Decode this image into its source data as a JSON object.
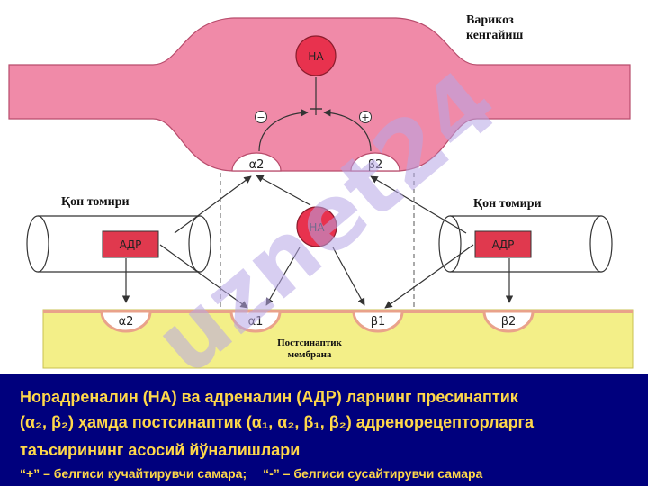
{
  "diagram": {
    "varicose_label_line1": "Варикоз",
    "varicose_label_line2": "кенгайиш",
    "vessel_left_label": "Қон томири",
    "vessel_right_label": "Қон томири",
    "postsynaptic_label_line1": "Постсинаптик",
    "postsynaptic_label_line2": "мембрана",
    "na_top": "НА",
    "na_middle": "НА",
    "adr_left": "АДР",
    "adr_right": "АДР",
    "minus_sign": "−",
    "plus_sign": "+",
    "receptor_pre_alpha2": "α2",
    "receptor_pre_beta2": "β2",
    "receptor_post_alpha2": "α2",
    "receptor_post_alpha1": "α1",
    "receptor_post_beta1": "β1",
    "receptor_post_beta2": "β2",
    "watermark": "uznet24"
  },
  "caption": {
    "line1": "Норадреналин (НА) ва адреналин (АДР) ларнинг пресинаптик",
    "line2": "(α₂, β₂) ҳамда постсинаптик (α₁, α₂, β₁, β₂) адренорецепторларга",
    "line3": "таъсирининг асосий йўналишлари",
    "plus_note": "“+” – белгиси кучайтирувчи  самара;",
    "minus_note": "“-” – белгиси сусайтирувчи самара"
  },
  "colors": {
    "axon_fill": "#f08aa8",
    "axon_stroke": "#b84c6c",
    "membrane_fill": "#f3ef88",
    "na_fill": "#e8324e",
    "adr_fill": "#e0394e",
    "watermark": "#b6a6e6",
    "caption_bg": "#00007d",
    "caption_text": "#ffd84a"
  }
}
